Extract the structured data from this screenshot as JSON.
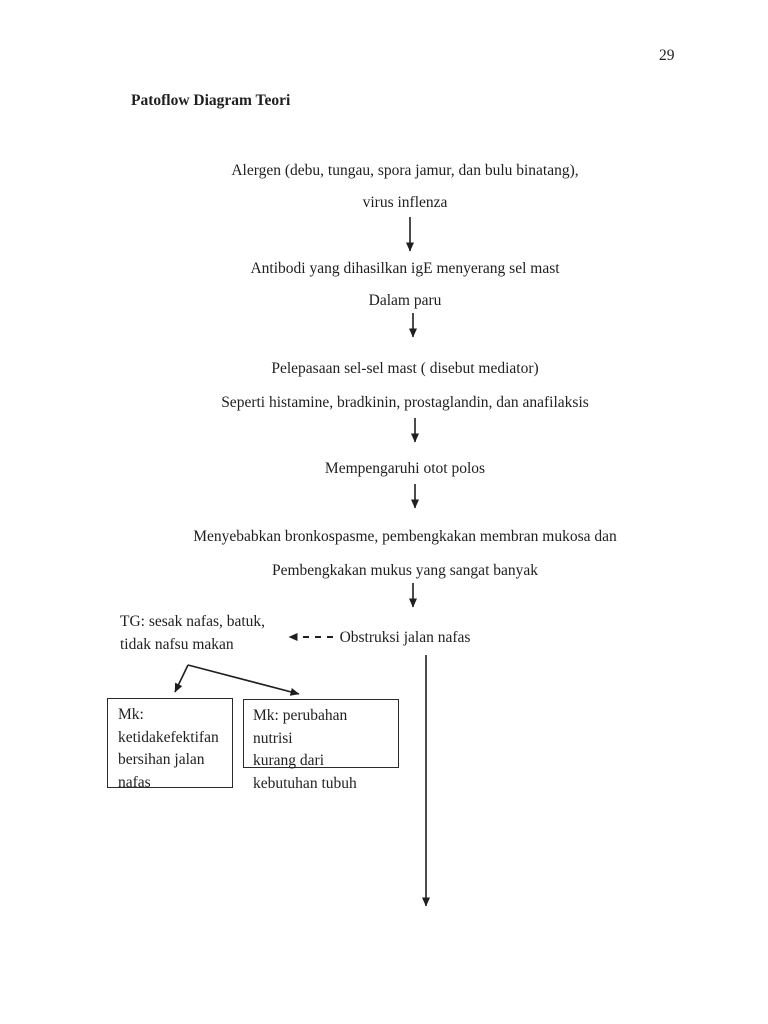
{
  "page": {
    "number": "29"
  },
  "title": "Patoflow Diagram Teori",
  "flow": {
    "step1_line1": "Alergen (debu, tungau, spora jamur, dan bulu binatang),",
    "step1_line2": "virus inflenza",
    "step2_line1": "Antibodi yang dihasilkan igE menyerang sel mast",
    "step2_line2": "Dalam paru",
    "step3_line1": "Pelepasaan sel-sel mast ( disebut mediator)",
    "step3_line2": "Seperti histamine, bradkinin, prostaglandin, dan anafilaksis",
    "step4": "Mempengaruhi otot polos",
    "step5_line1": "Menyebabkan bronkospasme, pembengkakan membran mukosa dan",
    "step5_line2": "Pembengkakan mukus yang sangat banyak",
    "tg_line1": "TG: sesak nafas, batuk,",
    "tg_line2": "tidak nafsu makan",
    "obstruksi": "Obstruksi jalan nafas"
  },
  "boxes": {
    "left": {
      "lines": [
        "Mk:",
        "ketidakefektifan",
        "bersihan jalan",
        "nafas"
      ]
    },
    "right": {
      "lines": [
        "Mk: perubahan nutrisi",
        "kurang dari",
        "kebutuhan tubuh"
      ]
    }
  },
  "colors": {
    "ink": "#1f1f1f",
    "background": "#ffffff"
  }
}
